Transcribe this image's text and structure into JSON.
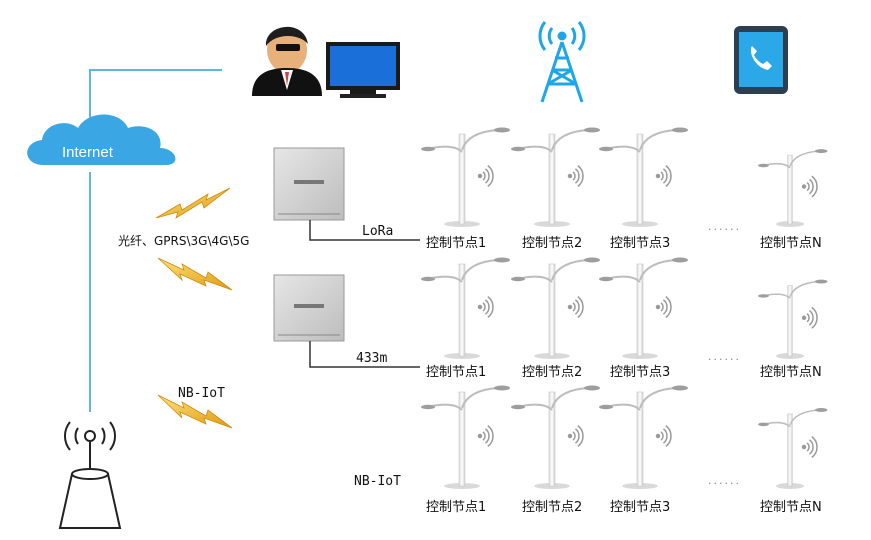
{
  "internet_label": "Internet",
  "links": {
    "top": "光纤、GPRS\\3G\\4G\\5G",
    "nbiot_left": "NB-IoT"
  },
  "rows": [
    {
      "protocol": "LoRa",
      "nodes": [
        "控制节点1",
        "控制节点2",
        "控制节点3",
        "控制节点N"
      ]
    },
    {
      "protocol": "433m",
      "nodes": [
        "控制节点1",
        "控制节点2",
        "控制节点3",
        "控制节点N"
      ]
    },
    {
      "protocol": "NB-IoT",
      "nodes": [
        "控制节点1",
        "控制节点2",
        "控制节点3",
        "控制节点N"
      ]
    }
  ],
  "ellipsis": "......",
  "icons": [
    "user-at-computer-icon",
    "radio-tower-icon",
    "mobile-phone-icon",
    "cloud-icon",
    "base-station-icon",
    "controller-box-icon",
    "street-lamp-icon",
    "signal-waves-icon",
    "lightning-icon"
  ],
  "colors": {
    "line_blue": "#5db8e0",
    "cloud": "#3aa7e4",
    "lightning": "#f1c232",
    "tower": "#1ea7e8"
  }
}
